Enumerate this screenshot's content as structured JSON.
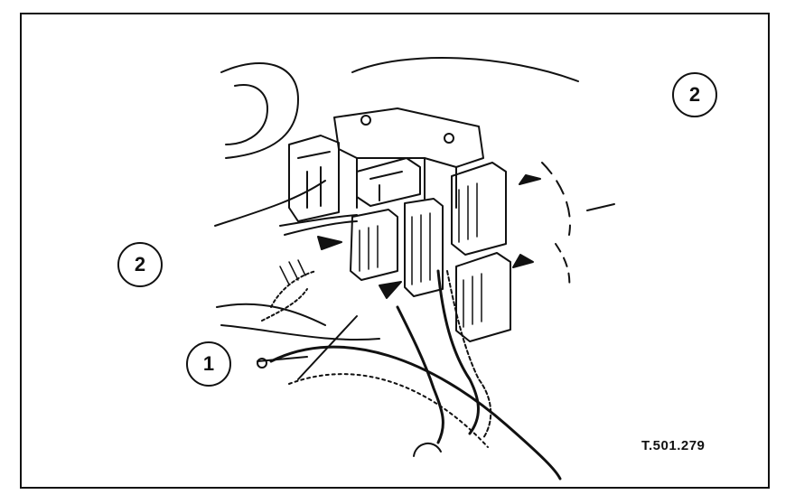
{
  "figure": {
    "reference": "T.501.279",
    "callouts": [
      {
        "id": "callout-2-top-right",
        "label": "2"
      },
      {
        "id": "callout-2-left",
        "label": "2"
      },
      {
        "id": "callout-1",
        "label": "1"
      }
    ]
  }
}
